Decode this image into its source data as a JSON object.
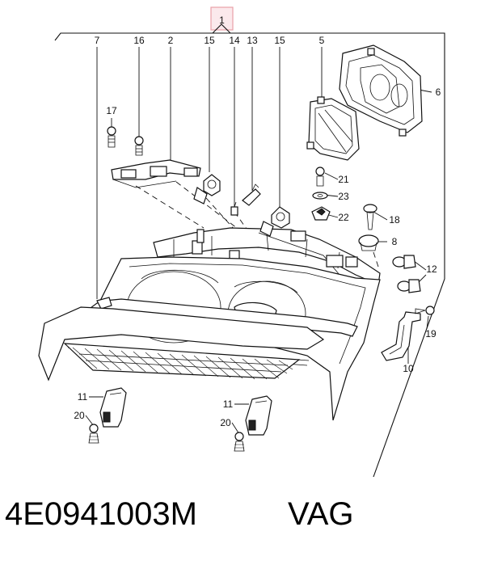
{
  "diagram": {
    "main_label": "1",
    "callouts": {
      "c7": "7",
      "c16": "16",
      "c2": "2",
      "c15a": "15",
      "c14": "14",
      "c13": "13",
      "c15b": "15",
      "c5": "5",
      "c6": "6",
      "c17": "17",
      "c21": "21",
      "c23": "23",
      "c22": "22",
      "c18": "18",
      "c8": "8",
      "c12": "12",
      "c19": "19",
      "c10": "10",
      "c11a": "11",
      "c20a": "20",
      "c11b": "11",
      "c20b": "20"
    }
  },
  "footer": {
    "part_number": "4E0941003M",
    "brand": "VAG"
  },
  "colors": {
    "line": "#111111",
    "main_label_box": "#e8a0a8",
    "background": "#ffffff"
  }
}
